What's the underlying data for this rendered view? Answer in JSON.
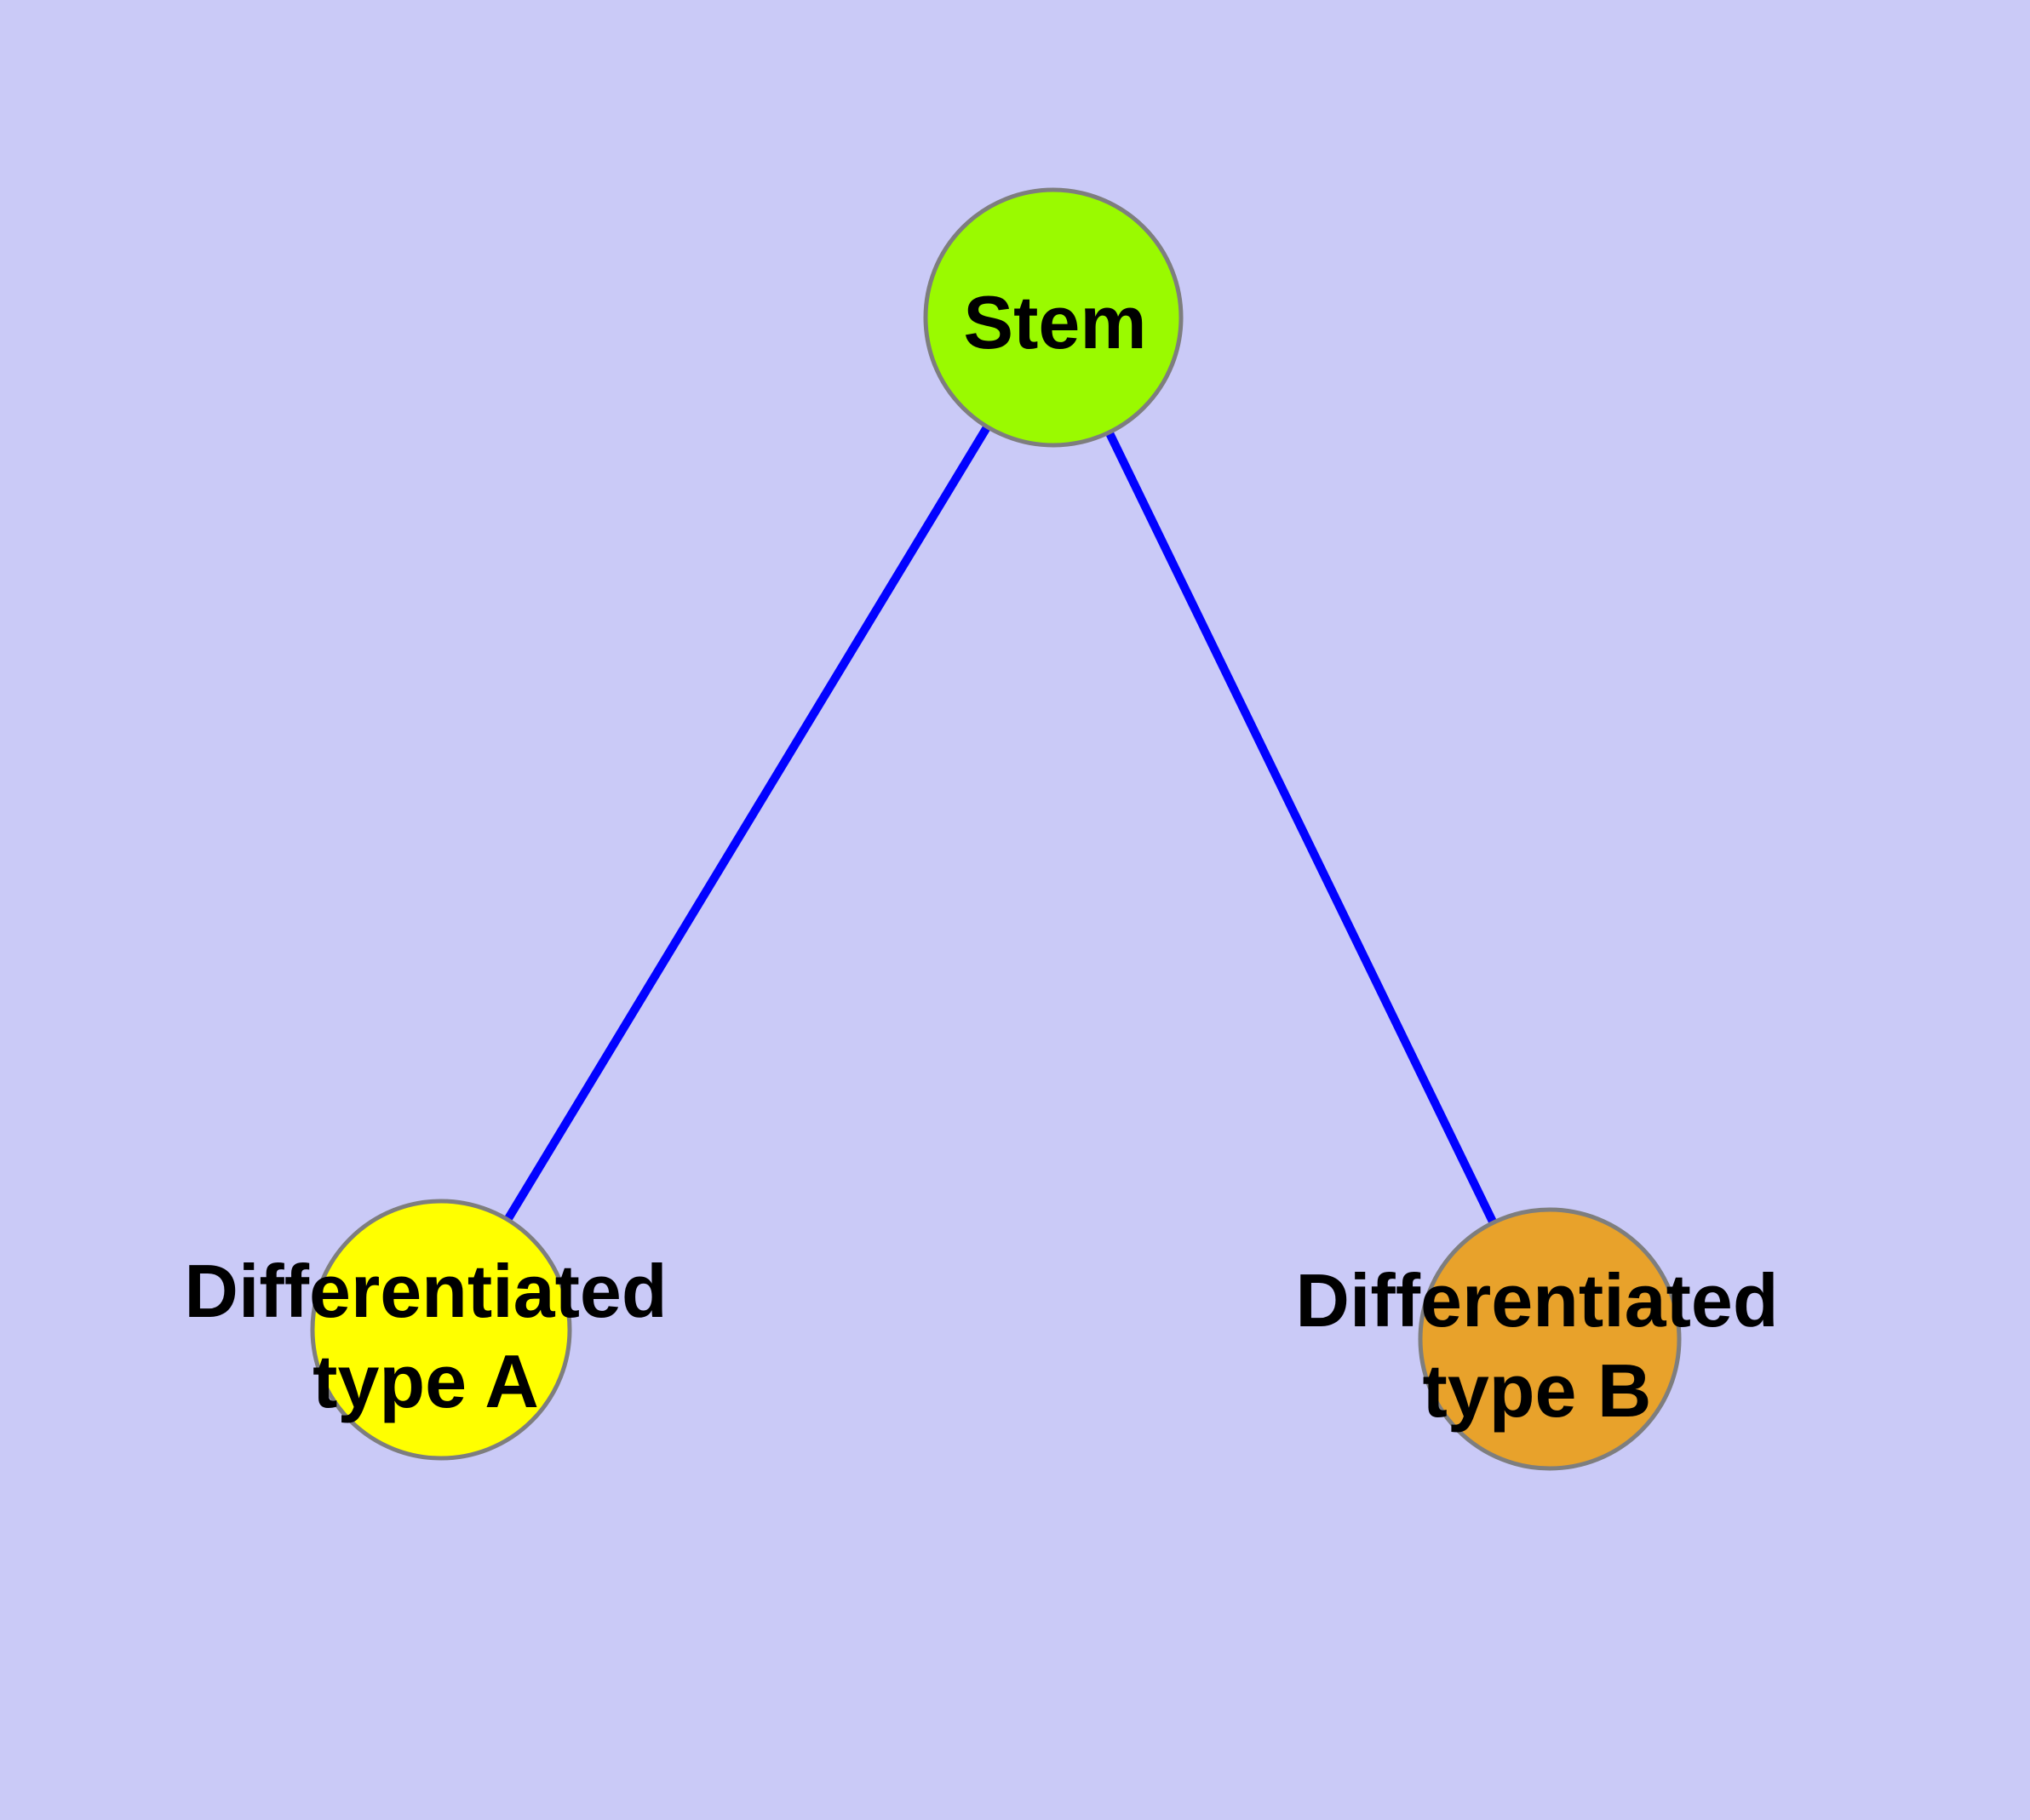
{
  "diagram": {
    "background_color": "#CACAF7",
    "edge_color": "#0202FF",
    "node_border_color": "#7E7E7E",
    "label_color": "#000000",
    "nodes": [
      {
        "id": "stem",
        "label": "Stem",
        "fill": "#9AFA00"
      },
      {
        "id": "diff-a",
        "label_line1": "Differentiated",
        "label_line2": "type A",
        "fill": "#FFFF00"
      },
      {
        "id": "diff-b",
        "label_line1": "Differentiated",
        "label_line2": "type B",
        "fill": "#E8A22B"
      }
    ],
    "edges": [
      {
        "from": "stem",
        "to": "diff-a"
      },
      {
        "from": "stem",
        "to": "diff-b"
      }
    ]
  }
}
